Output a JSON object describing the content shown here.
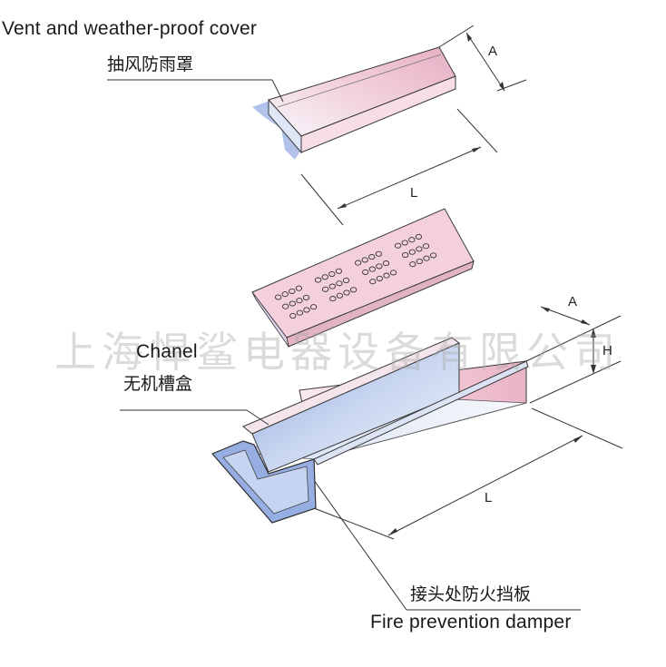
{
  "cover": {
    "label_en": "Vent and weather-proof cover",
    "label_cn": "抽风防雨罩",
    "dim_width": "A",
    "dim_length": "L"
  },
  "channel": {
    "label_en": "Chanel",
    "label_cn": "无机槽盒",
    "dim_width": "A",
    "dim_height": "H",
    "dim_length": "L"
  },
  "damper": {
    "label_cn": "接头处防火挡板",
    "label_en": "Fire prevention damper"
  },
  "watermark": "上海悍鲨电器设备有限公司",
  "colors": {
    "blue": "#9fb6e6",
    "pink": "#f0c7d5",
    "line": "#333333"
  }
}
